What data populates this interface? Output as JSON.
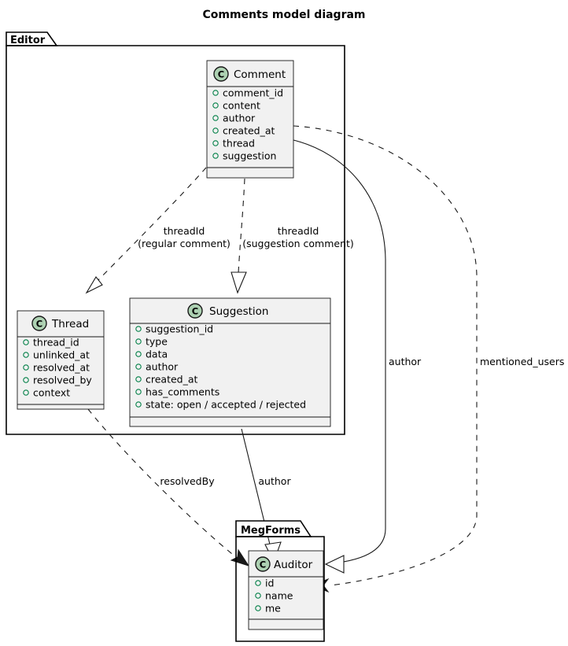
{
  "diagram": {
    "title": "Comments model diagram",
    "type": "uml-class-diagram"
  },
  "packages": [
    {
      "id": "editor",
      "label": "Editor"
    },
    {
      "id": "megforms",
      "label": "MegForms"
    }
  ],
  "classes": [
    {
      "id": "comment",
      "name": "Comment",
      "stereotype_icon": "C",
      "package": "Editor",
      "attributes": [
        "comment_id",
        "content",
        "author",
        "created_at",
        "thread",
        "suggestion"
      ],
      "methods": []
    },
    {
      "id": "thread",
      "name": "Thread",
      "stereotype_icon": "C",
      "package": "Editor",
      "attributes": [
        "thread_id",
        "unlinked_at",
        "resolved_at",
        "resolved_by",
        "context"
      ],
      "methods": []
    },
    {
      "id": "suggestion",
      "name": "Suggestion",
      "stereotype_icon": "C",
      "package": "Editor",
      "attributes": [
        "suggestion_id",
        "type",
        "data",
        "author",
        "created_at",
        "has_comments",
        "state: open / accepted / rejected"
      ],
      "methods": []
    },
    {
      "id": "auditor",
      "name": "Auditor",
      "stereotype_icon": "C",
      "package": "MegForms",
      "attributes": [
        "id",
        "name",
        "me"
      ],
      "methods": []
    }
  ],
  "relationships": [
    {
      "id": "comment-thread",
      "from": "Comment",
      "to": "Thread",
      "label_line1": "threadId",
      "label_line2": "(regular comment)",
      "style": "dashed",
      "arrow": "hollow-triangle"
    },
    {
      "id": "comment-suggestion",
      "from": "Comment",
      "to": "Suggestion",
      "label_line1": "threadId",
      "label_line2": "(suggestion comment)",
      "style": "dashed",
      "arrow": "hollow-triangle"
    },
    {
      "id": "comment-auditor-author",
      "from": "Comment",
      "to": "Auditor",
      "label_line1": "author",
      "label_line2": "",
      "style": "solid",
      "arrow": "hollow-triangle"
    },
    {
      "id": "comment-auditor-mentioned",
      "from": "Comment",
      "to": "Auditor",
      "label_line1": "mentioned_users",
      "label_line2": "",
      "style": "dashed",
      "arrow": "filled-open"
    },
    {
      "id": "thread-auditor-resolvedby",
      "from": "Thread",
      "to": "Auditor",
      "label_line1": "resolvedBy",
      "label_line2": "",
      "style": "dashed",
      "arrow": "filled-open"
    },
    {
      "id": "suggestion-auditor-author",
      "from": "Suggestion",
      "to": "Auditor",
      "label_line1": "author",
      "label_line2": "",
      "style": "solid",
      "arrow": "hollow-triangle"
    }
  ],
  "colors": {
    "class_fill": "#F1F1F1",
    "class_stroke": "#181818",
    "icon_fill": "#ADD1B2",
    "bullet_stroke": "#038048",
    "background": "#FFFFFF",
    "package_stroke": "#000000"
  }
}
